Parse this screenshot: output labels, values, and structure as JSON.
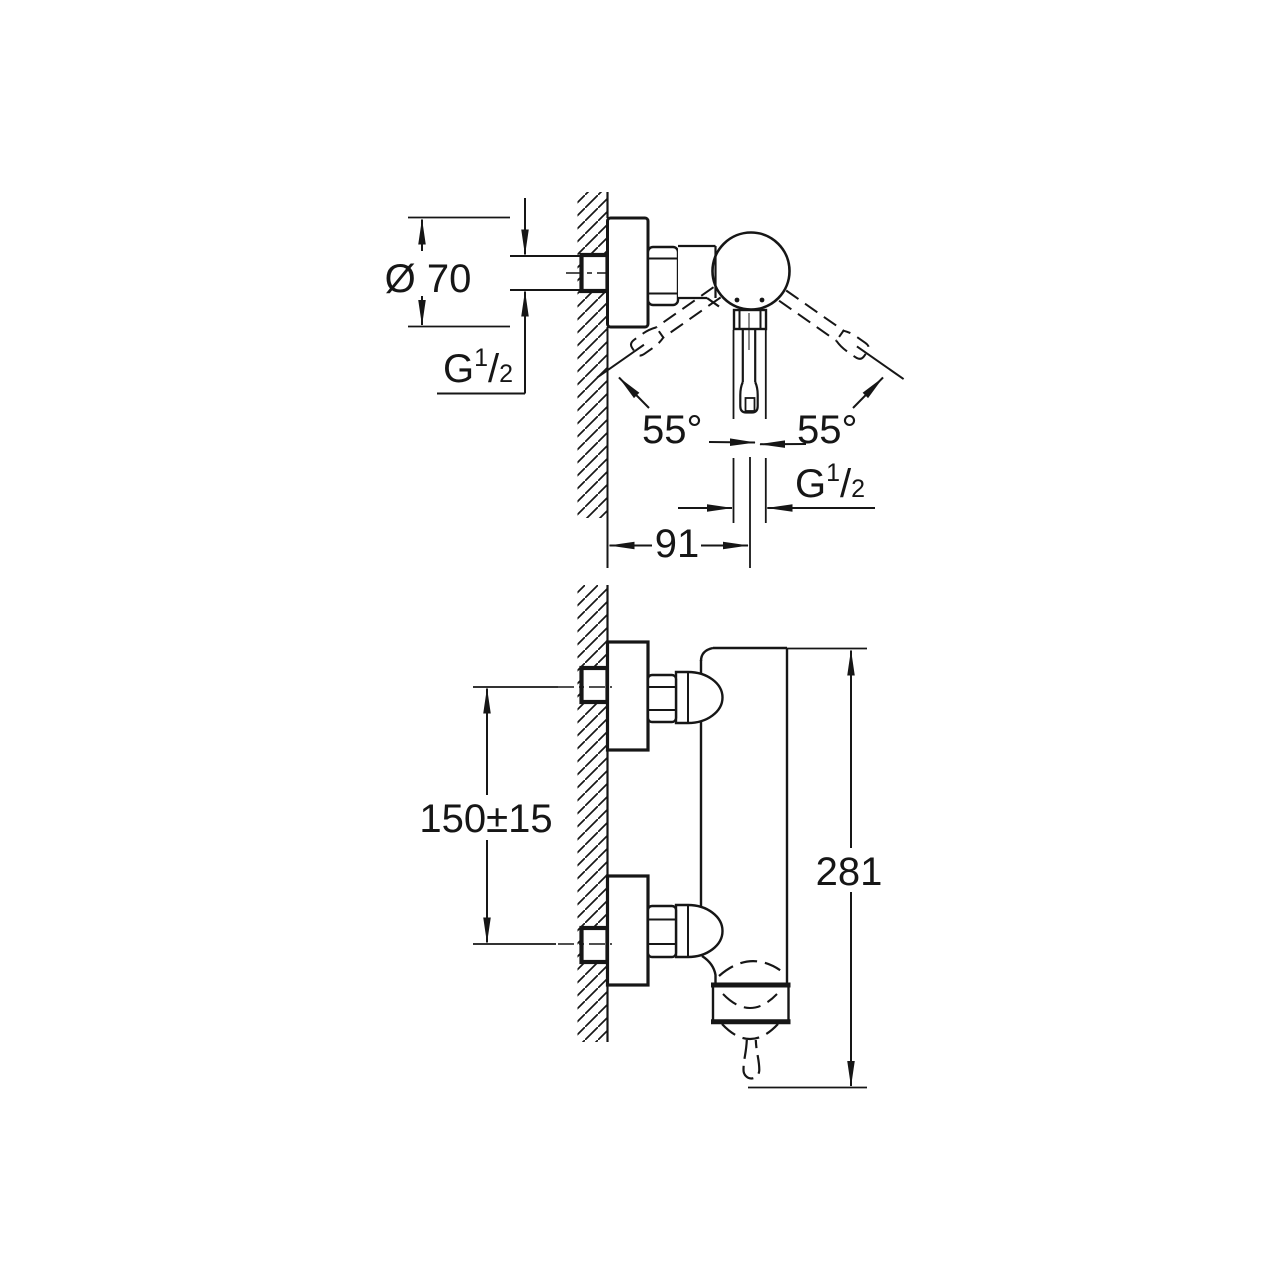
{
  "drawing": {
    "description": "technical-installation-drawing-wall-mounted-single-lever-shower-mixer",
    "views": {
      "top_view": "mixer-seen-from-above-with-lever-swing-range",
      "side_view": "mixer-seen-from-side-with-wall-unions-and-outlet"
    },
    "labels": {
      "diameter": "Ø 70",
      "thread_top": {
        "g": "G",
        "num": "1",
        "slash": "/",
        "den": "2"
      },
      "angle_left": "55°",
      "angle_right": "55°",
      "thread_outlet": {
        "g": "G",
        "num": "1",
        "slash": "/",
        "den": "2"
      },
      "projection": "91",
      "hole_spacing": "150±15",
      "total_height": "281"
    },
    "colors": {
      "ink": "#161616",
      "paper": "#ffffff"
    }
  }
}
